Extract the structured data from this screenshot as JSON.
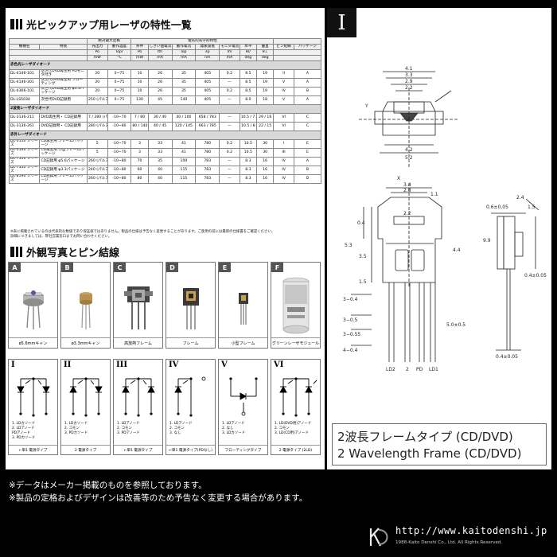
{
  "section1_title": "光ピックアップ用レーザの特性一覧",
  "section2_title": "外観写真とピン結線",
  "spec_table": {
    "header_top": [
      "絶対最大定格",
      "電気的光学的特性",
      "ビーム広がり角"
    ],
    "columns": [
      "機種名",
      "特長",
      "光出力",
      "動作温度",
      "条件",
      "しきい値電流",
      "動作電流",
      "発振波長",
      "モニタ電流",
      "水平",
      "垂直",
      "ピン結線",
      "パッケージ"
    ],
    "units": [
      "Po",
      "Topr",
      "Po",
      "Ith",
      "Iop",
      "λp",
      "Im",
      "θ//",
      "θ⊥"
    ],
    "units2": [
      "mW",
      "°C",
      "mW",
      "mA",
      "mA",
      "nm",
      "mA",
      "deg",
      "deg"
    ],
    "groups": [
      {
        "name": "赤色光レーザダイオード",
        "rows": [
          {
            "model": "DL-4146-101",
            "feature": "次世代DVD再生用 PDモニタ付き",
            "cells": [
              "20",
              "0~75",
              "10",
              "26",
              "35",
              "405",
              "0.2",
              "8.5",
              "19",
              "II",
              "A"
            ]
          },
          {
            "model": "DL-4146-301",
            "feature": "次世代DVD再生用 フローティング",
            "cells": [
              "20",
              "0~75",
              "10",
              "26",
              "35",
              "405",
              "—",
              "8.5",
              "19",
              "V",
              "A"
            ]
          },
          {
            "model": "DL-4366-101",
            "feature": "次世代DVD再生用 φ3.3パッケージ",
            "cells": [
              "20",
              "0~75",
              "10",
              "26",
              "35",
              "405",
              "0.2",
              "8.5",
              "19",
              "IV",
              "B"
            ]
          },
          {
            "model": "DL-LS5034",
            "feature": "次世代DVD記録用",
            "cells": [
              "250 (パルス)",
              "0~75",
              "130",
              "45",
              "140",
              "405",
              "—",
              "8.0",
              "18",
              "V",
              "A"
            ]
          }
        ]
      },
      {
        "name": "2波長レーザダイオード",
        "rows": [
          {
            "model": "DL-3136-211",
            "feature": "DVD再生用・ CD記録用",
            "cells": [
              "7 / 280 (パルス)",
              "-10~70",
              "7 / 80",
              "30 / 40",
              "40 / 100",
              "658 / 783",
              "—",
              "10.5 / 7.5",
              "29 / 16",
              "VI",
              "C"
            ]
          },
          {
            "model": "DL-3136-261",
            "feature": "DVD記録用・ CD記録用",
            "cells": [
              "280 (パルス) / 280 (パルス)",
              "-10~80",
              "80 / 140",
              "40 / 45",
              "120 / 145",
              "663 / 785",
              "—",
              "10.5 / 8",
              "22 / 15",
              "VI",
              "C"
            ]
          }
        ]
      },
      {
        "name": "赤外レーザダイオード",
        "rows": [
          {
            "model": "DL-3150 シリーズ",
            "feature": "CD再生用 フレームパッケージ",
            "cells": [
              "5",
              "-10~70",
              "3",
              "33",
              "41",
              "780",
              "0.2",
              "10.5",
              "30",
              "I",
              "E"
            ]
          },
          {
            "model": "DL-3160 シリーズ",
            "feature": "CD再生用 小型フレームパッケージ",
            "cells": [
              "5",
              "-10~70",
              "3",
              "33",
              "41",
              "780",
              "0.2",
              "10.5",
              "30",
              "III",
              "E"
            ]
          },
          {
            "model": "DL-7510 シリーズ",
            "feature": "CD記録用 φ5.6パッケージ",
            "cells": [
              "260 (パルス)",
              "-10~80",
              "70",
              "35",
              "100",
              "783",
              "—",
              "8.3",
              "16",
              "IV",
              "A"
            ]
          },
          {
            "model": "DL-7350 シリーズ",
            "feature": "CD記録用 φ3.3パッケージ",
            "cells": [
              "240 (パルス)",
              "-10~80",
              "60",
              "40",
              "115",
              "783",
              "—",
              "8.3",
              "16",
              "IV",
              "B"
            ]
          },
          {
            "model": "DL-8190 シリーズ",
            "feature": "CD記録用 フレームパッケージ",
            "cells": [
              "260 (パルス)",
              "-10~80",
              "80",
              "40",
              "115",
              "783",
              "—",
              "8.3",
              "16",
              "IV",
              "D"
            ]
          }
        ]
      }
    ]
  },
  "table_notes": [
    "※表に掲載されているのは代表的な数値であり保証値ではありません。製品の仕様は予告なく変更することがあります。ご使用の前には最新の仕様書をご確認ください。",
    "詳細につきましては、弊社営業窓口までお問い合わせください。"
  ],
  "packages": [
    {
      "letter": "A",
      "caption": "ø5.6mmキャン"
    },
    {
      "letter": "B",
      "caption": "ø3.3mmキャン"
    },
    {
      "letter": "C",
      "caption": "高放熱フレーム"
    },
    {
      "letter": "D",
      "caption": "フレーム"
    },
    {
      "letter": "E",
      "caption": "小型フレーム"
    },
    {
      "letter": "F",
      "caption": "グリーンレーザモジュール"
    }
  ],
  "pin_diagrams": [
    {
      "numeral": "I",
      "legend": [
        "1. LDカソード",
        "2. LDアノード",
        "   PDアノード",
        "3. PDカソード"
      ],
      "type": "←単1 電源タイプ"
    },
    {
      "numeral": "II",
      "legend": [
        "1. LDカソード",
        "2. コモン",
        "3. PDカソード"
      ],
      "type": "2 電源タイプ"
    },
    {
      "numeral": "III",
      "legend": [
        "1. LDアノード",
        "2. コモン",
        "3. PDアノード"
      ],
      "type": "←単1 電源タイプ"
    },
    {
      "numeral": "IV",
      "legend": [
        "1. LDアノード",
        "2. コモン",
        "3. なし"
      ],
      "type": "←単1 電源タイプ(PDなし)"
    },
    {
      "numeral": "V",
      "legend": [
        "1. LDアノード",
        "2. なし",
        "3. LDカソード"
      ],
      "type": "フローティングタイプ"
    },
    {
      "numeral": "VI",
      "legend": [
        "1. LD(DVD用)アノード",
        "2. コモン",
        "3. LD(CD用)アノード"
      ],
      "type": "2 電源タイプ (2LD)"
    }
  ],
  "drawing": {
    "numeral": "I",
    "top_dims": [
      "4.1",
      "3.3",
      "2.9",
      "2.2",
      "4.2",
      "5.2"
    ],
    "mid_dims": [
      "3.4",
      "2.8",
      "2.2",
      "1.1",
      "0.6±0.05",
      "2.4",
      "0.4±0.05",
      "1.5"
    ],
    "left_dims": [
      "0.4",
      "5.3",
      "3.5",
      "1.5"
    ],
    "pin_dims": [
      "3−0.4",
      "3−0.5",
      "3−0.55",
      "4−0.4"
    ],
    "lead_labels": [
      "LD2",
      "2",
      "PD",
      "LD1"
    ],
    "right_dims": [
      "4.4",
      "9.9",
      "5.0±0.5"
    ],
    "bottom_dims": [
      "0.4±0.05"
    ],
    "axis_labels": [
      "X",
      "Y"
    ],
    "caption_jp": "2波長フレームタイプ (CD/DVD)",
    "caption_en": "2 Wavelength Frame (CD/DVD)"
  },
  "disclaimer": [
    "※データはメーカー掲載のものを参照しております。",
    "※製品の定格およびデザインは改善等のため予告なく変更する場合があります。"
  ],
  "website": "http://www.kaitodenshi.jp",
  "copyright": "1988-Kaito Denshi Co., Ltd. All Rights Reserved.",
  "colors": {
    "background": "#000000",
    "sheet": "#ffffff",
    "group_row": "#d8d8d8",
    "tag": "#555555"
  }
}
